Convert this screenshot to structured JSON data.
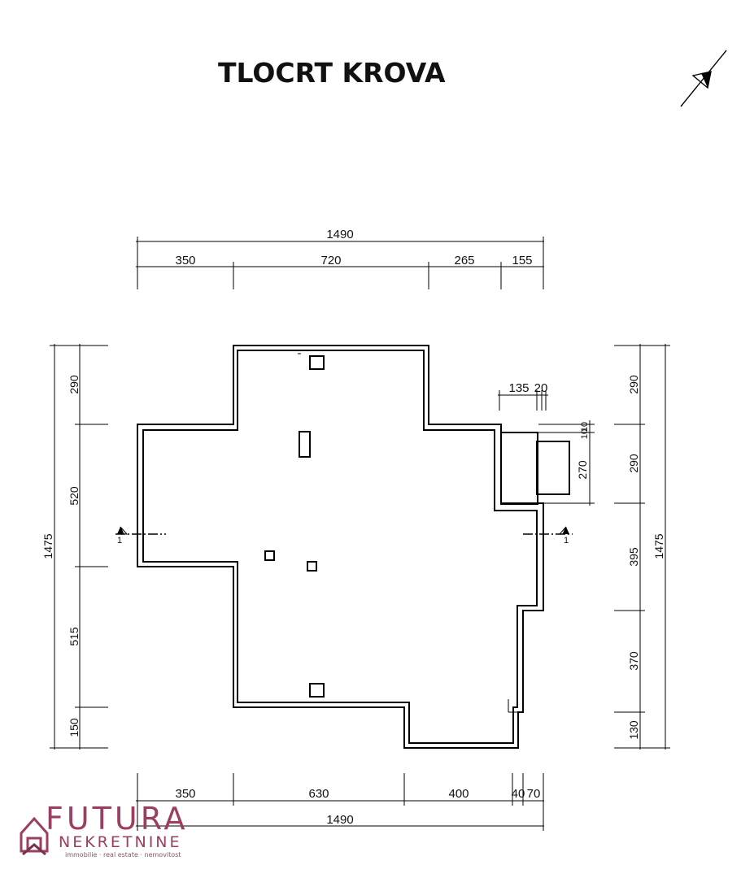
{
  "title": "TLOCRT KROVA",
  "dimensions": {
    "top_total": "1490",
    "top_segments": [
      "350",
      "720",
      "265",
      "155"
    ],
    "bottom_segments": [
      "350",
      "630",
      "400",
      "40",
      "70"
    ],
    "bottom_total": "1490",
    "left_total": "1475",
    "left_segments": [
      "290",
      "520",
      "515",
      "150"
    ],
    "right_total": "1475",
    "right_segments": [
      "290",
      "290",
      "395",
      "370",
      "130"
    ],
    "chimney_horizontal": [
      "135",
      "20"
    ],
    "chimney_vertical": [
      "10",
      "10",
      "270"
    ]
  },
  "section_marker": "1",
  "logo": {
    "main": "FUTURA",
    "sub": "NEKRETNINE",
    "tagline": "immobilie · real estate · nemovitost"
  }
}
